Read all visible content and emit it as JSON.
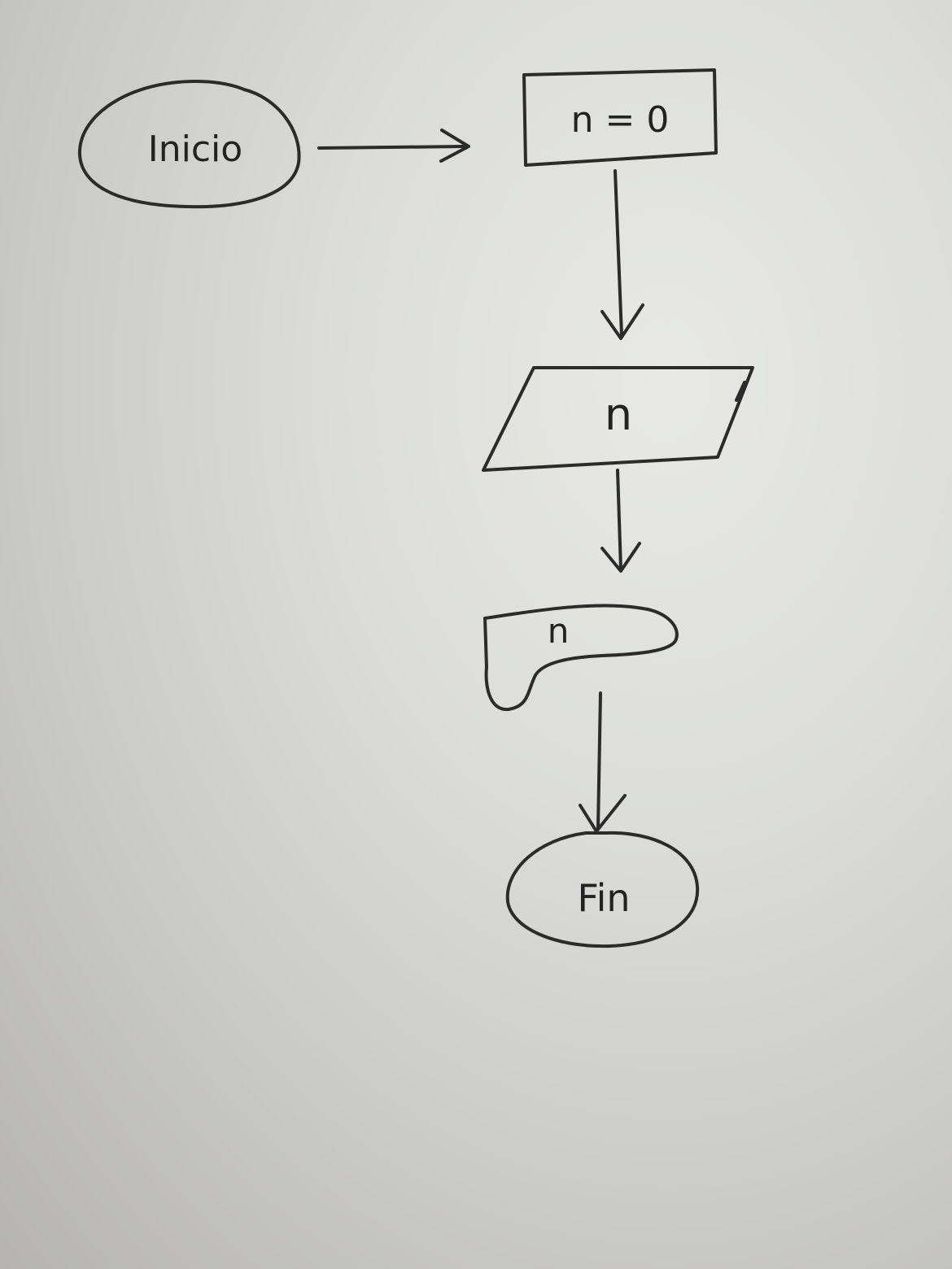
{
  "diagram": {
    "nodes": [
      {
        "id": "start",
        "shape": "terminator",
        "label": "Inicio"
      },
      {
        "id": "assign",
        "shape": "process",
        "label": "n = 0"
      },
      {
        "id": "input",
        "shape": "data",
        "label": "n"
      },
      {
        "id": "output",
        "shape": "display",
        "label": "n"
      },
      {
        "id": "end",
        "shape": "terminator",
        "label": "Fin"
      }
    ],
    "edges": [
      {
        "from": "start",
        "to": "assign"
      },
      {
        "from": "assign",
        "to": "input"
      },
      {
        "from": "input",
        "to": "output"
      },
      {
        "from": "output",
        "to": "end"
      }
    ]
  },
  "colors": {
    "ink": "#2b2b2b",
    "paper": "#dcdddb"
  }
}
